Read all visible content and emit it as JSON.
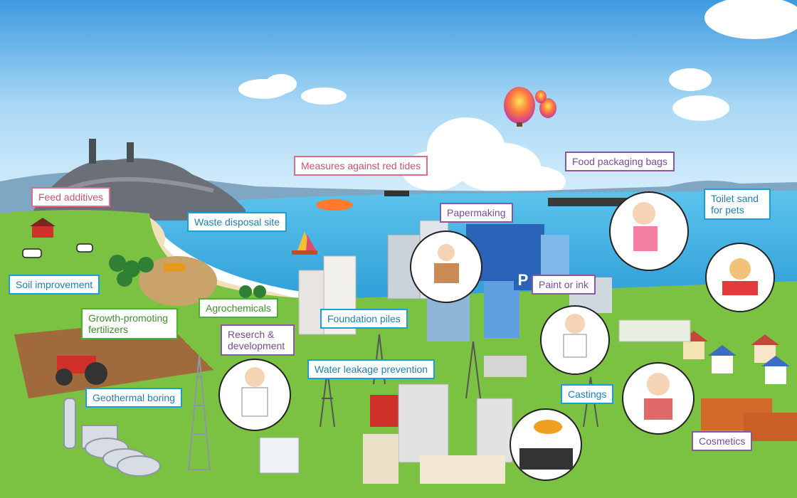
{
  "labels": {
    "feed_additives": "Feed additives",
    "measures_red_tides": "Measures against red tides",
    "food_packaging_bags": "Food packaging bags",
    "toilet_sand_line1": "Toilet sand",
    "toilet_sand_line2": "for pets",
    "waste_disposal_site": "Waste disposal site",
    "papermaking": "Papermaking",
    "soil_improvement": "Soil improvement",
    "growth_fertilizers_line1": "Growth-promoting",
    "growth_fertilizers_line2": "fertilizers",
    "agrochemicals": "Agrochemicals",
    "research_line1": "Reserch &",
    "research_line2": "development",
    "foundation_piles": "Foundation piles",
    "paint_or_ink": "Paint or ink",
    "water_leakage_prevention": "Water leakage prevention",
    "geothermal_boring": "Geothermal boring",
    "castings": "Castings",
    "cosmetics": "Cosmetics"
  },
  "parking_sign": "P",
  "colors": {
    "sky_top": "#3d9be0",
    "sea": "#4bb8e6",
    "land": "#7cc242",
    "callout_blue": "#1a9fd8",
    "callout_green": "#4caf3a",
    "callout_pink": "#e06a8c",
    "callout_purple": "#8a57a8"
  }
}
